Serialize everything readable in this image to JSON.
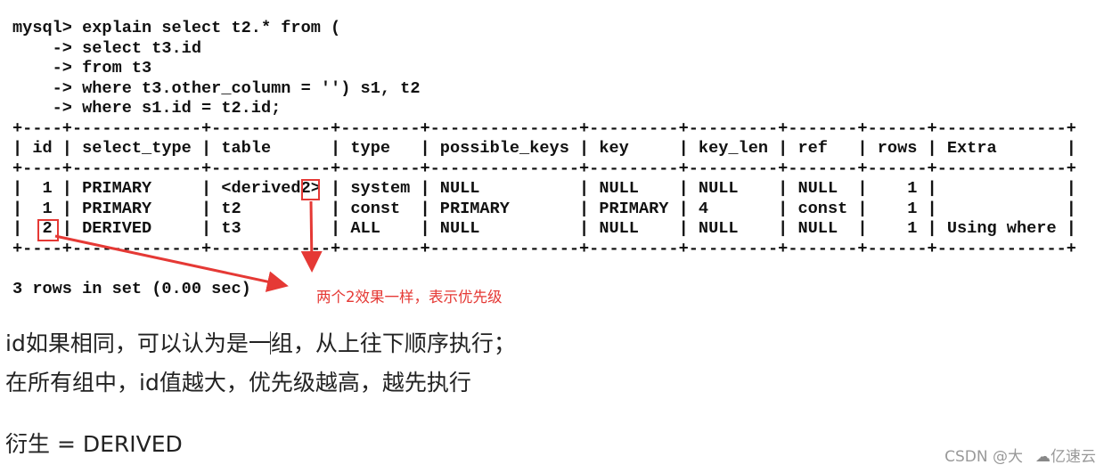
{
  "terminal": {
    "query_lines": [
      "mysql> explain select t2.* from (",
      "    -> select t3.id",
      "    -> from t3",
      "    -> where t3.other_column = '') s1, t2",
      "    -> where s1.id = t2.id;"
    ],
    "columns": [
      "id",
      "select_type",
      "table",
      "type",
      "possible_keys",
      "key",
      "key_len",
      "ref",
      "rows",
      "Extra"
    ],
    "rows": [
      [
        "1",
        "PRIMARY",
        "<derived2>",
        "system",
        "NULL",
        "NULL",
        "NULL",
        "NULL",
        "1",
        ""
      ],
      [
        "1",
        "PRIMARY",
        "t2",
        "const",
        "PRIMARY",
        "PRIMARY",
        "4",
        "const",
        "1",
        ""
      ],
      [
        "2",
        "DERIVED",
        "t3",
        "ALL",
        "NULL",
        "NULL",
        "NULL",
        "NULL",
        "1",
        "Using where"
      ]
    ],
    "footer": "3 rows in set (0.00 sec)"
  },
  "annotation": {
    "text": "两个2效果一样，表示优先级",
    "color": "#e53935"
  },
  "notes": {
    "line1": "id如果相同，可以认为是一组，从上往下顺序执行；",
    "line2": "在所有组中，id值越大，优先级越高，越先执行",
    "line3": "衍生 = DERIVED"
  },
  "watermark": {
    "author": "CSDN @大",
    "brand": "亿速云"
  }
}
